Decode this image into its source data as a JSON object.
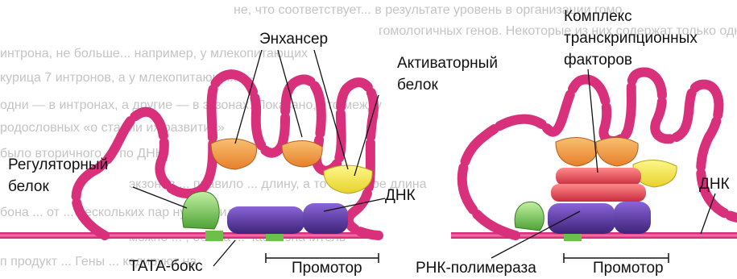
{
  "colors": {
    "dna": "#d8307a",
    "dna_light": "#f06aa6",
    "tata": "#6cc04a",
    "enhancer": "#f0a040",
    "activator": "#f2e63c",
    "polymerase": "#5c3aa8",
    "regulator": "#8fd06a",
    "tf_complex": "#e64a5a"
  },
  "labels": {
    "enhancer": "Энхансер",
    "activator_line1": "Активаторный",
    "activator_line2": "белок",
    "regulatory_line1": "Регуляторный",
    "regulatory_line2": "белок",
    "dna_left": "ДНК",
    "dna_right": "ДНК",
    "tata": "ТАТА-бокс",
    "promoter_left": "Промотор",
    "promoter_right": "Промотор",
    "rna_polymerase": "РНК-полимераза",
    "complex_line1": "Комплекс",
    "complex_line2": "транскрипционных",
    "complex_line3": "факторов"
  },
  "background_text": [
    "не, что соответствует...  в результате уровень в организации гомо",
    "гомологичных генов. Некоторые из них содержат только одно-два",
    "интрона, не больше... например, у млекопитающих",
    "курица 7 интронов, а у млекопитающих —",
    "одни — в интронах, а другие — в экзонах. Показано, что между",
    "родословных «о стадии их развития»",
    "было вторичного ... по ДНК",
    "экзонов ... правило ... длину, а то же самое длина",
    "бона ... от ... нескольких пар нуклеотидов д",
    "можно ... , обыча ... часто значитель",
    "п продукт ... Гены ... кодируют на"
  ]
}
